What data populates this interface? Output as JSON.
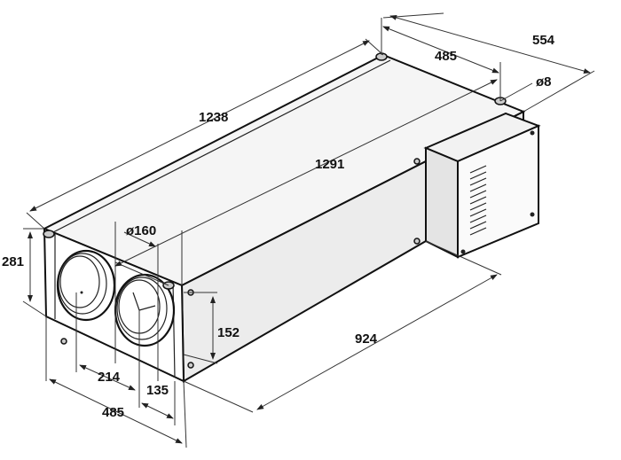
{
  "dimensions": {
    "length_top": "1238",
    "width_top": "485",
    "width_overall": "554",
    "mount_hole": "ø8",
    "length_mount": "1291",
    "duct_diameter": "ø160",
    "height": "281",
    "duct_height": "152",
    "side_length": "924",
    "duct_spacing": "214",
    "duct_offset": "135",
    "width_front": "485"
  },
  "colors": {
    "line": "#111111",
    "face_top": "#f4f4f4",
    "face_side": "#e8e8e8",
    "face_front": "#ffffff"
  }
}
